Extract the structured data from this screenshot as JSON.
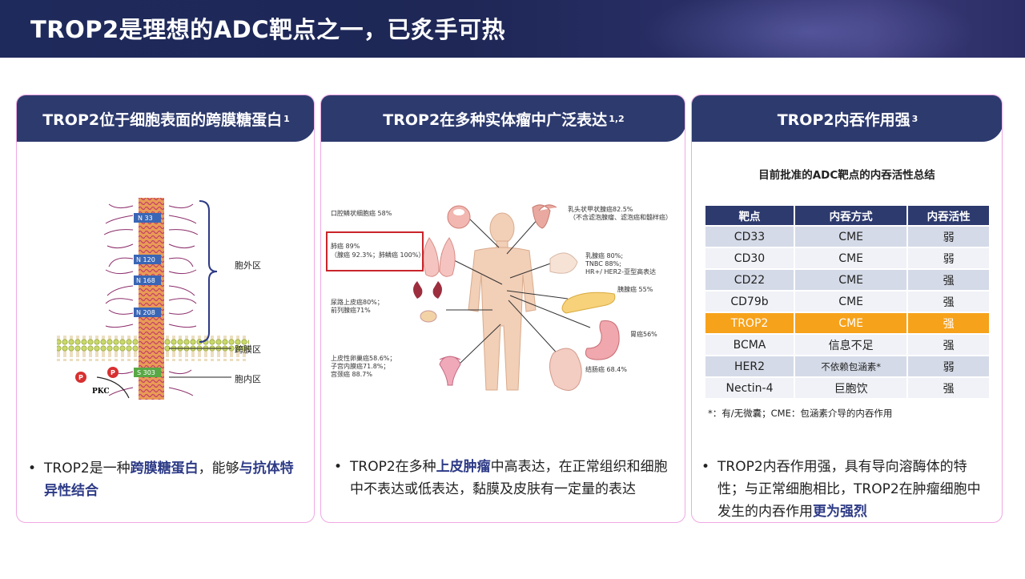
{
  "slide": {
    "title": "TROP2是理想的ADC靶点之一，已炙手可热"
  },
  "panel1": {
    "heading": "TROP2位于细胞表面的跨膜糖蛋白",
    "heading_ref": "1",
    "labels": {
      "extracellular": "胞外区",
      "transmembrane": "跨膜区",
      "intracellular": "胞内区",
      "n33": "N 33",
      "n120": "N 120",
      "n168": "N 168",
      "n208": "N 208",
      "s303": "S 303",
      "pkc": "PKC",
      "p": "P"
    },
    "bullet_pre": "TROP2是一种",
    "bullet_hl1": "跨膜糖蛋白",
    "bullet_mid": "，能够",
    "bullet_hl2": "与抗体特异性结合"
  },
  "panel2": {
    "heading": "TROP2在多种实体瘤中广泛表达",
    "heading_ref": "1,2",
    "labels": {
      "oral": "口腔鳞状细胞癌 58%",
      "lung1": "肺癌 89%",
      "lung2": "（腺癌 92.3%；肺鳞癌 100%）",
      "urothelial1": "尿路上皮癌80%；",
      "urothelial2": "前列腺癌71%",
      "ovarian1": "上皮性卵巢癌58.6%；",
      "ovarian2": "子宫内膜癌71.8%；",
      "ovarian3": "宫颈癌 88.7%",
      "thyroid1": "乳头状甲状腺癌82.5%",
      "thyroid2": "（不含滤泡腺瘤、滤泡癌和髓样癌）",
      "breast1": "乳腺癌 80%;",
      "breast2": "TNBC 88%;",
      "breast3": "HR+/ HER2-亚型高表达",
      "pancreas": "胰腺癌 55%",
      "stomach": "胃癌56%",
      "colon": "结肠癌 68.4%"
    },
    "bullet_pre": "TROP2在多种",
    "bullet_hl": "上皮肿瘤",
    "bullet_post": "中高表达，在正常组织和细胞中不表达或低表达，黏膜及皮肤有一定量的表达"
  },
  "panel3": {
    "heading": "TROP2内吞作用强",
    "heading_ref": "3",
    "table_title": "目前批准的ADC靶点的内吞活性总结",
    "columns": [
      "靶点",
      "内吞方式",
      "内吞活性"
    ],
    "rows": [
      [
        "CD33",
        "CME",
        "弱"
      ],
      [
        "CD30",
        "CME",
        "弱"
      ],
      [
        "CD22",
        "CME",
        "强"
      ],
      [
        "CD79b",
        "CME",
        "强"
      ],
      [
        "TROP2",
        "CME",
        "强"
      ],
      [
        "BCMA",
        "信息不足",
        "强"
      ],
      [
        "HER2",
        "不依赖包涵素*",
        "弱"
      ],
      [
        "Nectin-4",
        "巨胞饮",
        "强"
      ]
    ],
    "note": "*：有/无微囊；CME：包涵素介导的内吞作用",
    "bullet_pre": "TROP2内吞作用强，具有导向溶酶体的特性；与正常细胞相比，TROP2在肿瘤细胞中发生的内吞作用",
    "bullet_hl": "更为强烈"
  }
}
